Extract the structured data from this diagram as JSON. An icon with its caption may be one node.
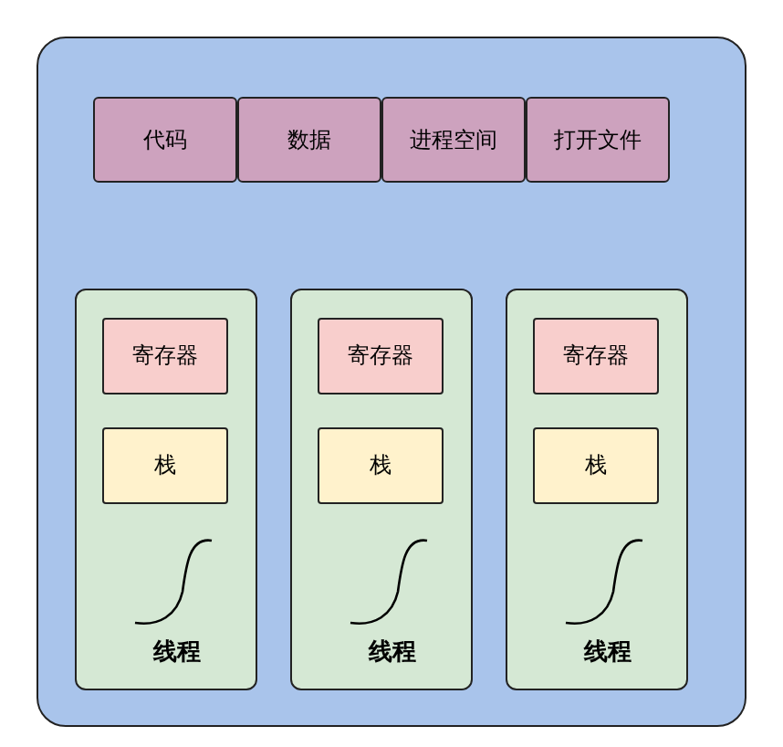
{
  "diagram": {
    "nodes": [
      {
        "text": [],
        "shape": "box"
      },
      {
        "text": [
          "代码"
        ],
        "in": 0
      },
      {
        "text": [
          "数据"
        ],
        "in": 0
      },
      {
        "text": [
          "进程空间"
        ],
        "in": 0
      },
      {
        "text": [
          "打开文件"
        ],
        "in": 0
      },
      {
        "text": [
          "线程"
        ],
        "in": 0
      },
      {
        "text": [
          "寄存器"
        ],
        "in": 5
      },
      {
        "text": [
          "栈"
        ],
        "in": 5
      },
      {
        "text": [
          "线程"
        ],
        "in": 0
      },
      {
        "text": [
          "寄存器"
        ],
        "in": 8
      },
      {
        "text": [
          "栈"
        ],
        "in": 8
      },
      {
        "text": [
          "线程"
        ],
        "in": 0
      },
      {
        "text": [
          "寄存器"
        ],
        "in": 11
      },
      {
        "text": [
          "栈"
        ],
        "in": 11
      }
    ]
  }
}
